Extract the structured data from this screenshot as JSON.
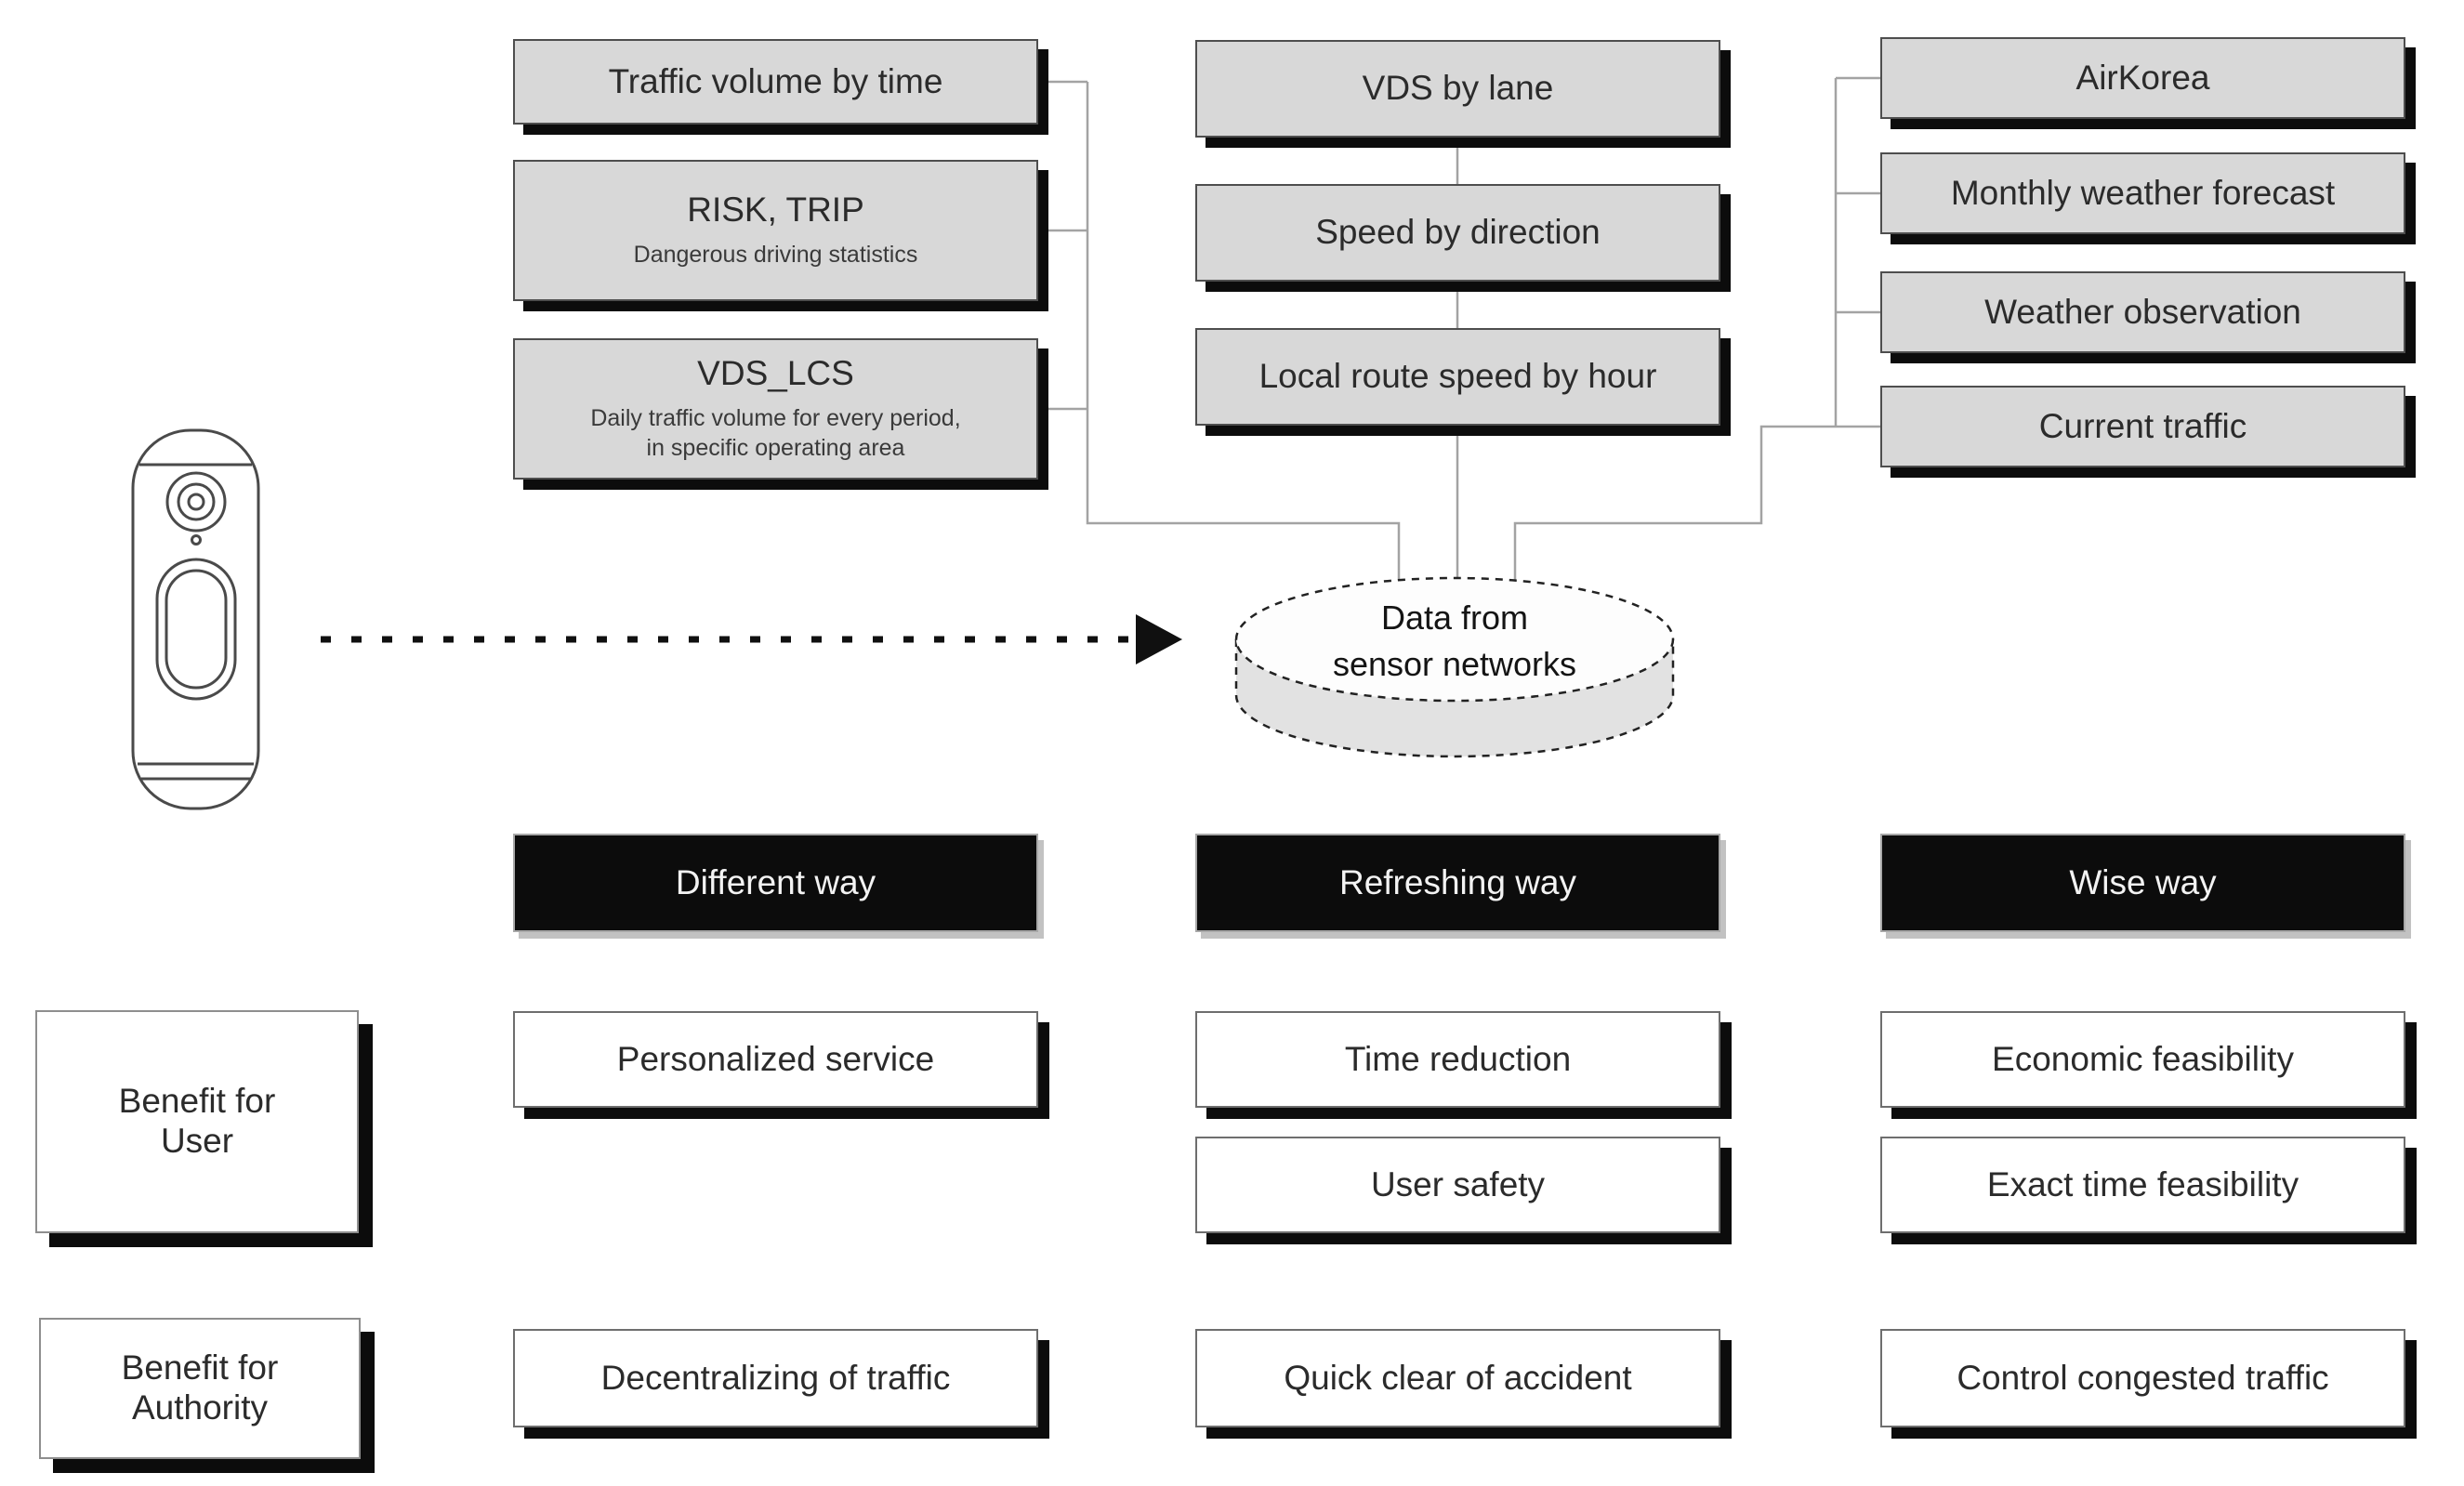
{
  "figure": {
    "database_label": "Data from\nsensor networks",
    "row_labels": {
      "user": "Benefit for\nUser",
      "authority": "Benefit for\nAuthority"
    },
    "columns": [
      {
        "way": "Different way",
        "sources": [
          {
            "title": "Traffic volume by time",
            "subtitle": ""
          },
          {
            "title": "RISK, TRIP",
            "subtitle": "Dangerous driving statistics"
          },
          {
            "title": "VDS_LCS",
            "subtitle": "Daily traffic volume for every period,\nin specific operating area"
          }
        ],
        "user_benefits": [
          "Personalized service"
        ],
        "authority_benefits": [
          "Decentralizing of traffic"
        ]
      },
      {
        "way": "Refreshing way",
        "sources": [
          {
            "title": "VDS by lane"
          },
          {
            "title": "Speed by direction"
          },
          {
            "title": "Local route speed by hour"
          }
        ],
        "user_benefits": [
          "Time reduction",
          "User safety"
        ],
        "authority_benefits": [
          "Quick clear of accident"
        ]
      },
      {
        "way": "Wise way",
        "sources": [
          {
            "title": "AirKorea"
          },
          {
            "title": "Monthly weather forecast"
          },
          {
            "title": "Weather observation"
          },
          {
            "title": "Current traffic"
          }
        ],
        "user_benefits": [
          "Economic feasibility",
          "Exact time feasibility"
        ],
        "authority_benefits": [
          "Control congested traffic"
        ]
      }
    ],
    "colors": {
      "source_box_fill": "#d8d8d8",
      "way_header_bg": "#0c0c0c",
      "benefit_box_fill": "#ffffff",
      "shadow": "#0c0c0c",
      "connector_line": "#a3a3a3"
    }
  }
}
